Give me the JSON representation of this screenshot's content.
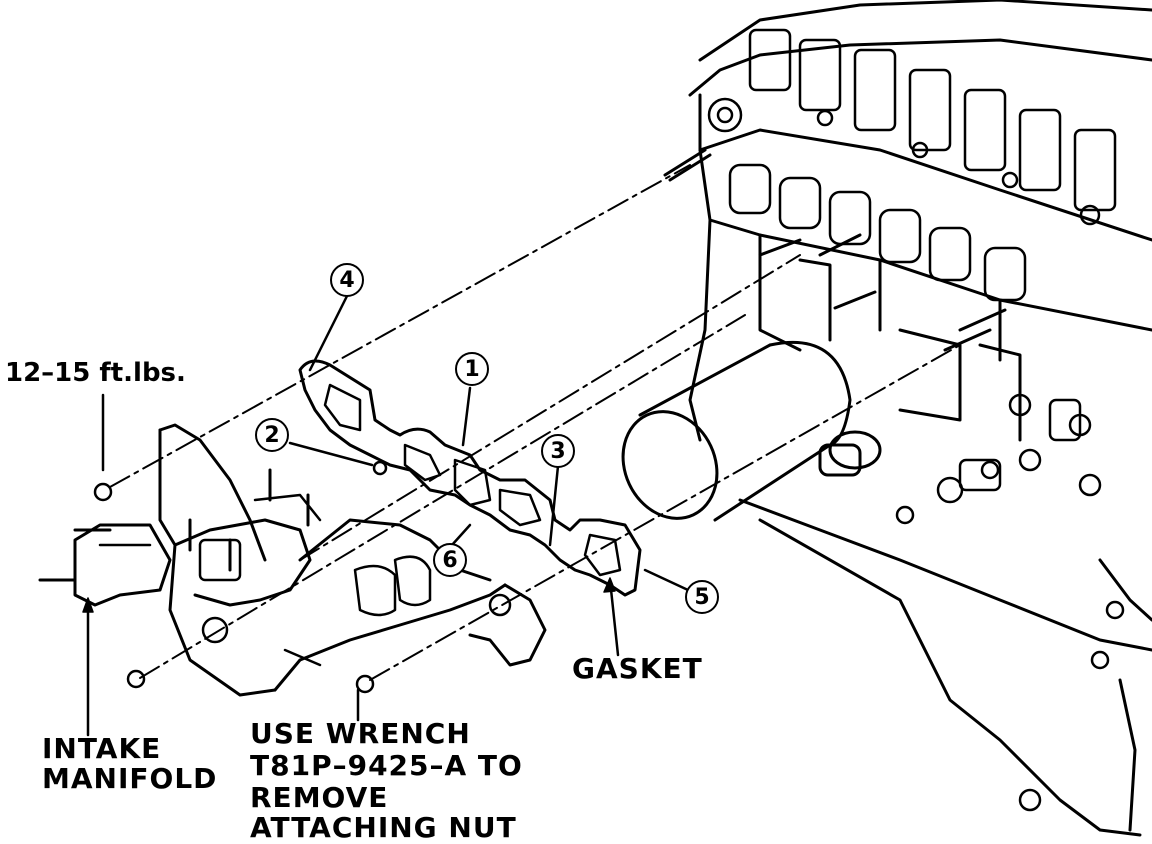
{
  "labels": {
    "torque": "12–15 ft.lbs.",
    "gasket": "GASKET",
    "intake_line1": "INTAKE",
    "intake_line2": "MANIFOLD",
    "wrench_line1": "USE WRENCH",
    "wrench_line2": "T81P–9425–A TO",
    "wrench_line3": "REMOVE",
    "wrench_line4": "ATTACHING NUT"
  },
  "callouts": [
    "1",
    "2",
    "3",
    "4",
    "5",
    "6"
  ],
  "colors": {
    "ink": "#000000",
    "paper": "#ffffff"
  }
}
